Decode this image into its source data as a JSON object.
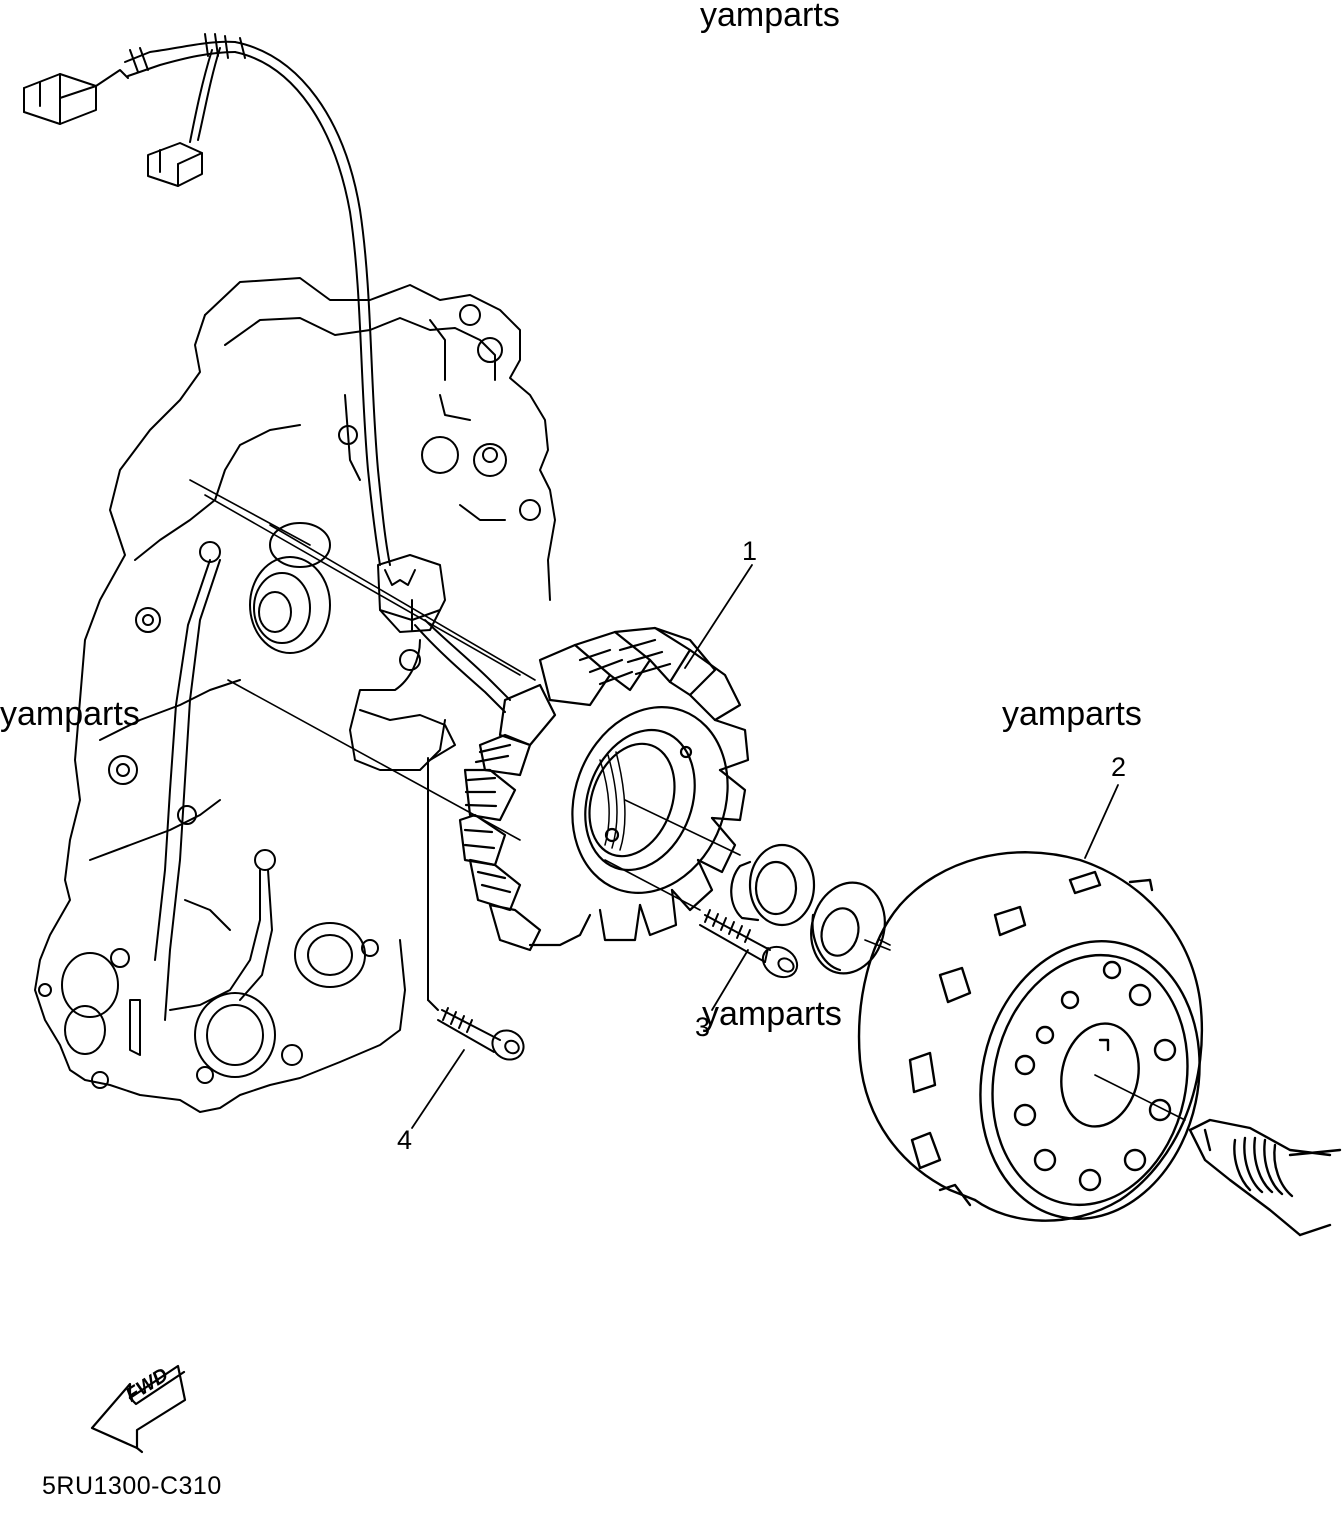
{
  "watermarks": {
    "top": "yamparts",
    "left": "yamparts",
    "right": "yamparts",
    "center": "yamparts"
  },
  "callouts": {
    "part1": "1",
    "part2": "2",
    "part3": "3",
    "part4": "4"
  },
  "direction_badge": "FWD",
  "diagram_code": "5RU1300-C310",
  "colors": {
    "line": "#000000",
    "background": "#ffffff"
  }
}
